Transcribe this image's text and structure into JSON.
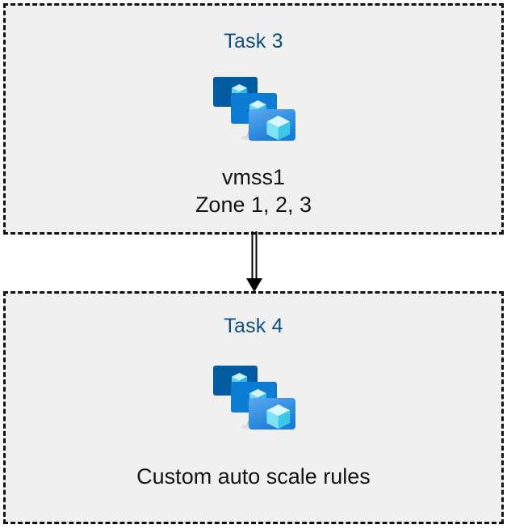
{
  "diagram": {
    "background_color": "#FFFFFF",
    "box_fill_color": "#F0F0F0",
    "box_border_color": "#111111",
    "title_color": "#10507F",
    "label_color": "#141414",
    "connector_color": "#000000"
  },
  "icon": {
    "name": "azure-vm-scale-set-icon",
    "back_screen_color": "#005BA1",
    "middle_screen_color": "#0078D4",
    "front_screen_gradient_start": "#56A6EC",
    "front_screen_gradient_end": "#1B7FD7",
    "cube_light_color": "#C3F1FB",
    "cube_mid_color": "#79DFF5",
    "cube_dark_color": "#32C5ED",
    "stand_color": "#B3B3B3"
  },
  "boxes": [
    {
      "id": "task-3",
      "title": "Task 3",
      "icon": "azure-vm-scale-set-icon",
      "labels": [
        "vmss1",
        "Zone 1, 2, 3"
      ]
    },
    {
      "id": "task-4",
      "title": "Task 4",
      "icon": "azure-vm-scale-set-icon",
      "labels": [
        "Custom auto scale rules"
      ]
    }
  ],
  "connector": {
    "name": "double-line-arrow-down",
    "from": "task-3",
    "to": "task-4",
    "style": "double-line",
    "arrowhead": "filled-triangle",
    "direction": "down"
  }
}
